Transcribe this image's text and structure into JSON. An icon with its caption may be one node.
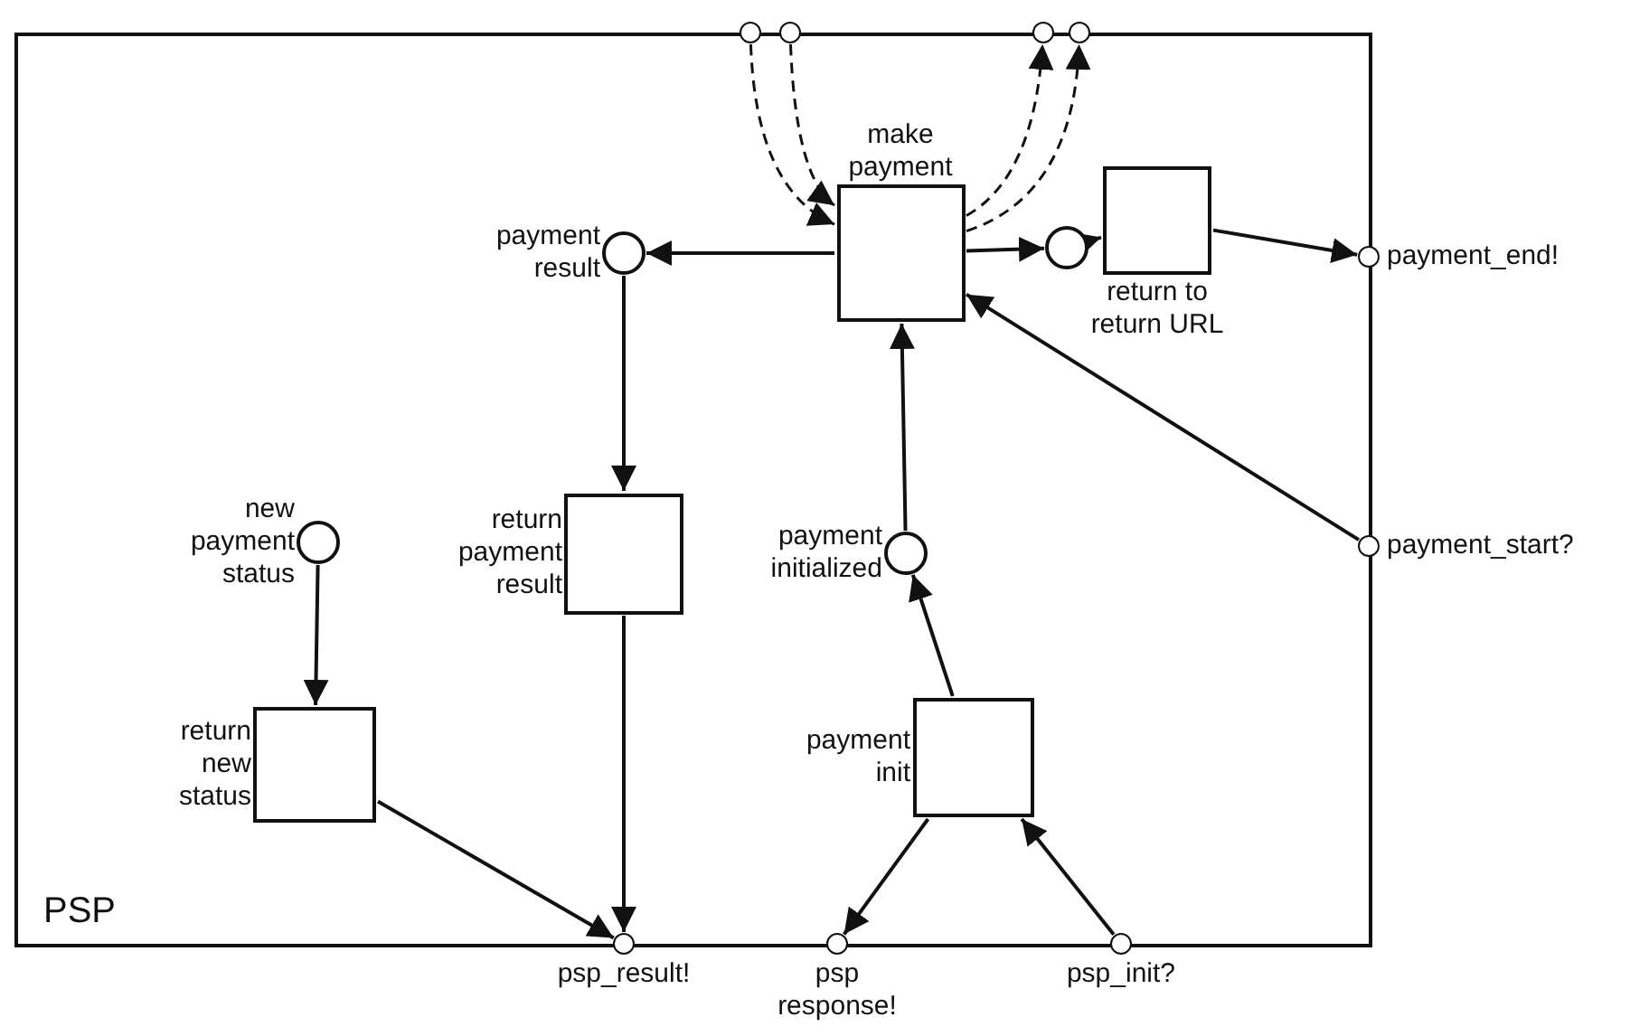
{
  "diagram": {
    "nodes": [
      {
        "text": [
          "PSP"
        ]
      },
      {
        "text": [],
        "shape": "circle"
      },
      {
        "text": [],
        "shape": "circle"
      },
      {
        "text": [],
        "shape": "circle"
      },
      {
        "text": [],
        "shape": "circle"
      },
      {
        "text": [
          "make payment"
        ],
        "in": 0
      },
      {
        "text": [
          "payment result"
        ],
        "in": 0
      },
      {
        "text": [],
        "shape": "circle",
        "in": 0
      },
      {
        "text": [
          "return to return URL"
        ],
        "in": 0
      },
      {
        "text": [
          "payment_end!"
        ]
      },
      {
        "text": [
          "return payment result"
        ],
        "in": 0
      },
      {
        "text": [
          "new payment status"
        ],
        "in": 0
      },
      {
        "text": [
          "payment initialized"
        ],
        "in": 0
      },
      {
        "text": [
          "payment_start?"
        ]
      },
      {
        "text": [
          "return new status"
        ],
        "in": 0
      },
      {
        "text": [
          "payment init"
        ],
        "in": 0
      },
      {
        "text": [
          "psp_result!"
        ]
      },
      {
        "text": [
          "psp response!"
        ]
      },
      {
        "text": [
          "psp_init?"
        ]
      }
    ],
    "edges": [
      {
        "from": 1,
        "to": 5,
        "arrow": "to",
        "style": "dashed"
      },
      {
        "from": 2,
        "to": 5,
        "arrow": "to",
        "style": "dashed"
      },
      {
        "from": 5,
        "to": 3,
        "arrow": "to",
        "style": "dashed"
      },
      {
        "from": 5,
        "to": 4,
        "arrow": "to",
        "style": "dashed"
      },
      {
        "from": 5,
        "to": 6,
        "arrow": "to"
      },
      {
        "from": 5,
        "to": 7,
        "arrow": "to"
      },
      {
        "from": 7,
        "to": 8,
        "arrow": "to"
      },
      {
        "from": 8,
        "to": 9,
        "arrow": "to"
      },
      {
        "from": 13,
        "to": 5,
        "arrow": "to"
      },
      {
        "from": 12,
        "to": 5,
        "arrow": "to"
      },
      {
        "from": 6,
        "to": 10,
        "arrow": "to"
      },
      {
        "from": 10,
        "to": 16,
        "arrow": "to"
      },
      {
        "from": 11,
        "to": 14,
        "arrow": "to"
      },
      {
        "from": 14,
        "to": 16,
        "arrow": "to"
      },
      {
        "from": 15,
        "to": 12,
        "arrow": "to"
      },
      {
        "from": 15,
        "to": 17,
        "arrow": "to"
      },
      {
        "from": 18,
        "to": 15,
        "arrow": "to"
      }
    ]
  }
}
